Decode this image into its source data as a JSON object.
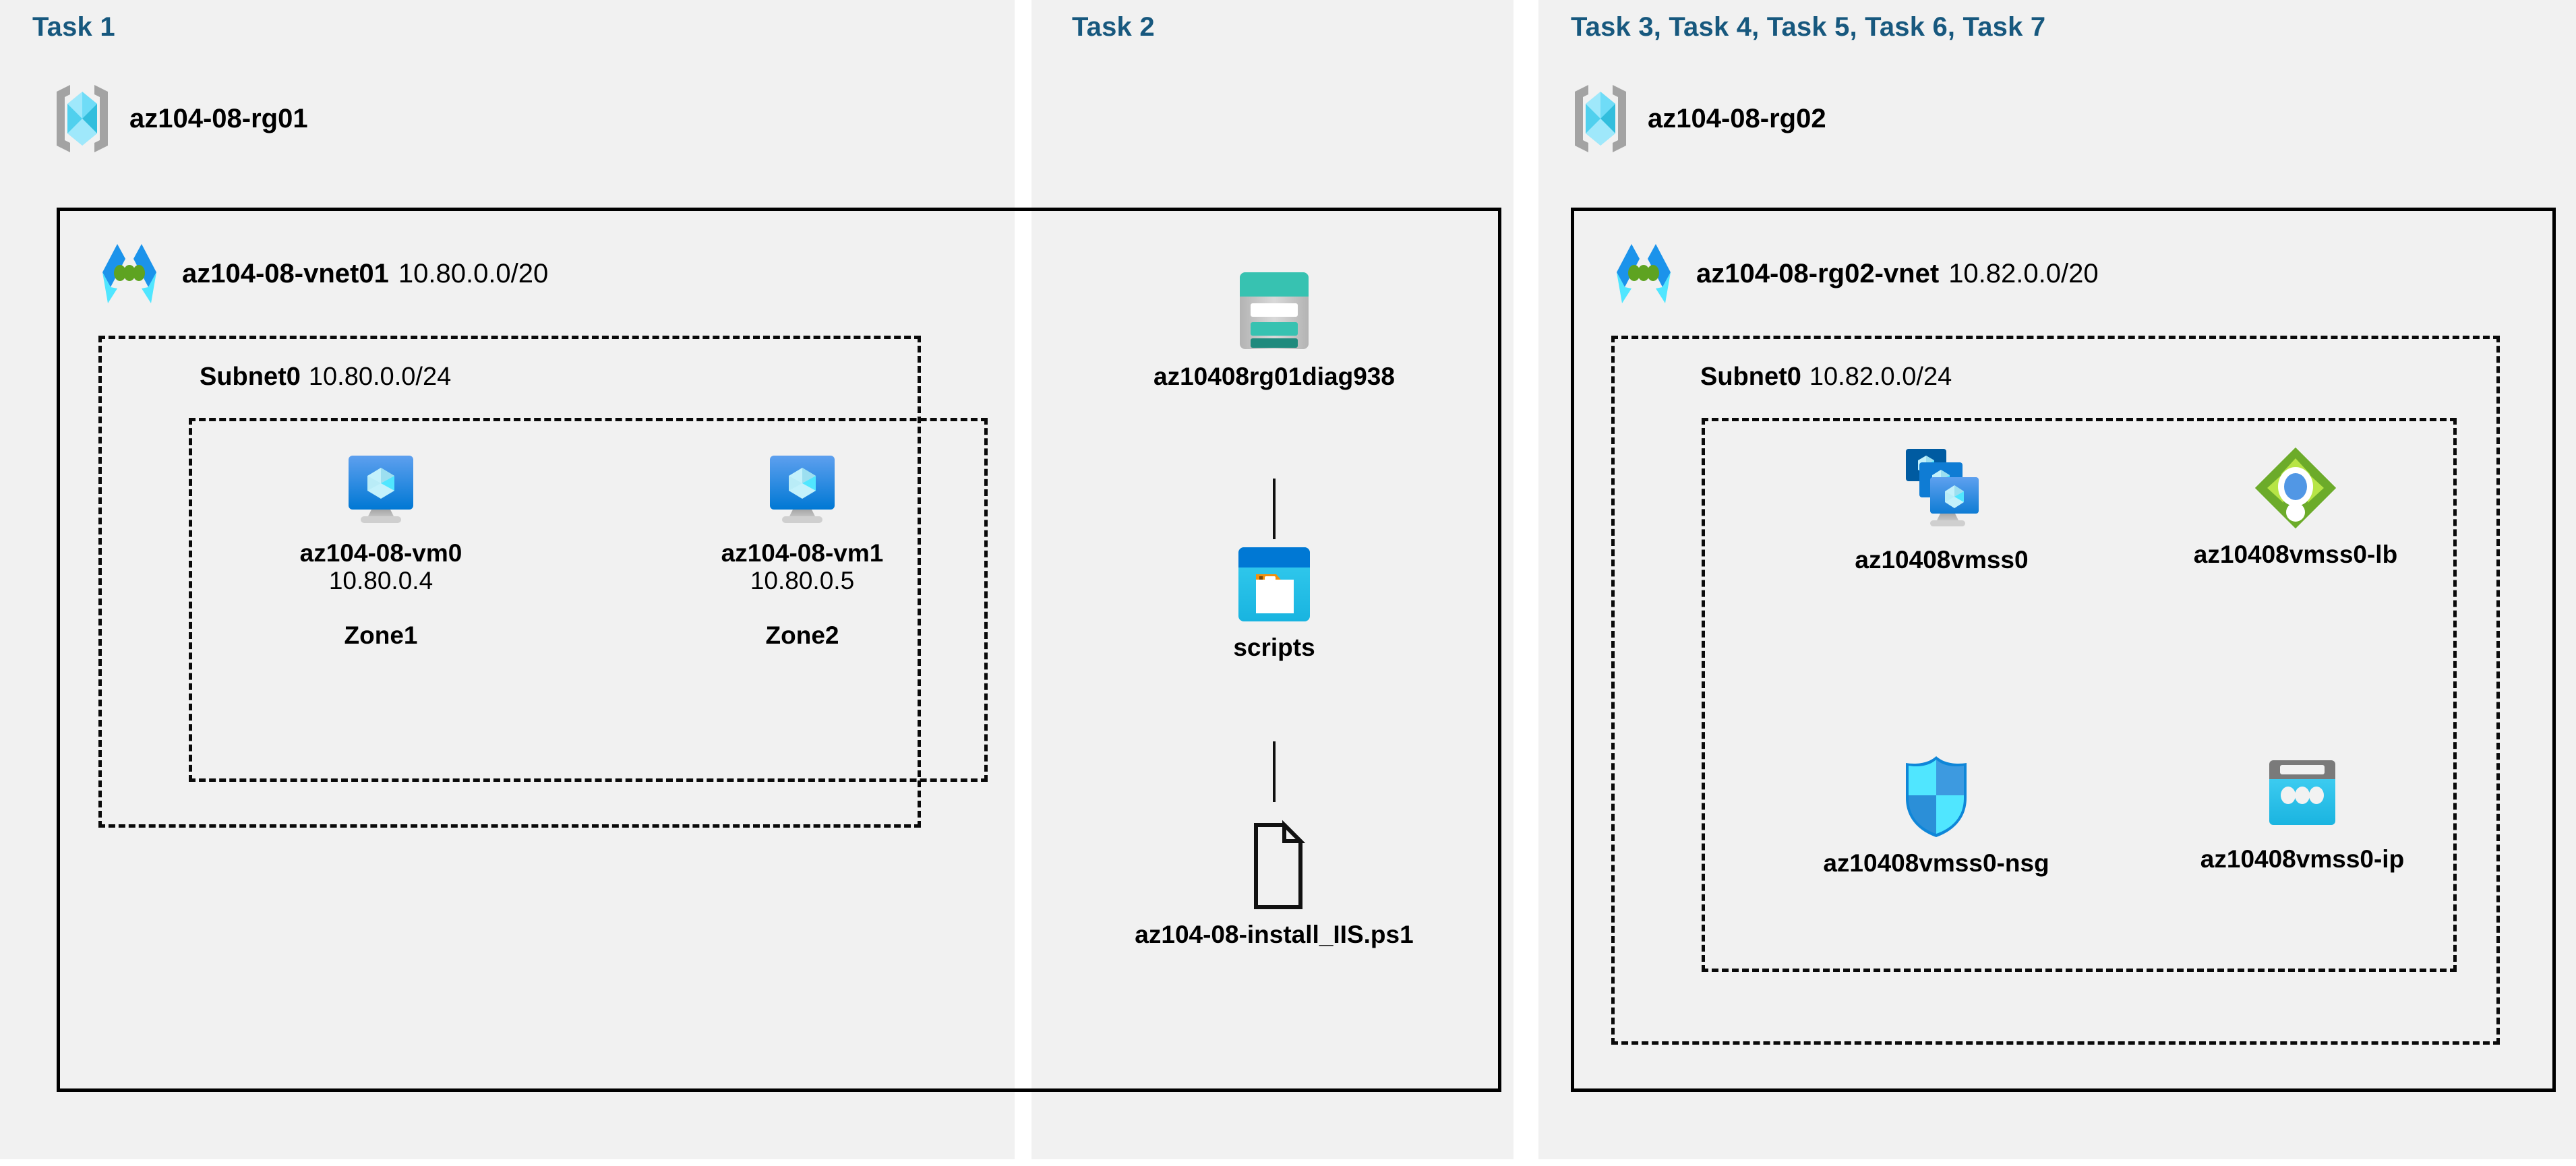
{
  "columns": [
    {
      "title": "Task 1",
      "resource_group": {
        "name": "az104-08-rg01",
        "icon": "resource-group-icon"
      },
      "vnet": {
        "name": "az104-08-vnet01",
        "cidr": "10.80.0.0/20",
        "icon": "virtual-network-icon"
      },
      "subnet": {
        "name": "Subnet0",
        "cidr": "10.80.0.0/24"
      },
      "vms": [
        {
          "icon": "virtual-machine-icon",
          "name": "az104-08-vm0",
          "ip": "10.80.0.4",
          "zone": "Zone1"
        },
        {
          "icon": "virtual-machine-icon",
          "name": "az104-08-vm1",
          "ip": "10.80.0.5",
          "zone": "Zone2"
        }
      ]
    },
    {
      "title": "Task 2",
      "items": [
        {
          "icon": "storage-account-icon",
          "name": "az10408rg01diag938"
        },
        {
          "icon": "blob-container-icon",
          "name": "scripts"
        },
        {
          "icon": "file-document-icon",
          "name": "az104-08-install_IIS.ps1"
        }
      ]
    },
    {
      "title": "Task 3, Task 4, Task 5, Task 6, Task 7",
      "resource_group": {
        "name": "az104-08-rg02",
        "icon": "resource-group-icon"
      },
      "vnet": {
        "name": "az104-08-rg02-vnet",
        "cidr": "10.82.0.0/20",
        "icon": "virtual-network-icon"
      },
      "subnet": {
        "name": "Subnet0",
        "cidr": "10.82.0.0/24"
      },
      "resources": [
        {
          "icon": "vm-scale-set-icon",
          "name": "az10408vmss0"
        },
        {
          "icon": "load-balancer-icon",
          "name": "az10408vmss0-lb"
        },
        {
          "icon": "network-security-group-icon",
          "name": "az10408vmss0-nsg"
        },
        {
          "icon": "public-ip-address-icon",
          "name": "az10408vmss0-ip"
        }
      ]
    }
  ],
  "colors": {
    "task_title": "#17587e",
    "panel_bg": "#f1f1f1",
    "border": "#000000",
    "azure_blue": "#0078d4",
    "cyan": "#32bedd",
    "teal": "#37c2b1",
    "green": "#6cab2a",
    "orange": "#f2900d",
    "gray": "#a0a1a2"
  }
}
